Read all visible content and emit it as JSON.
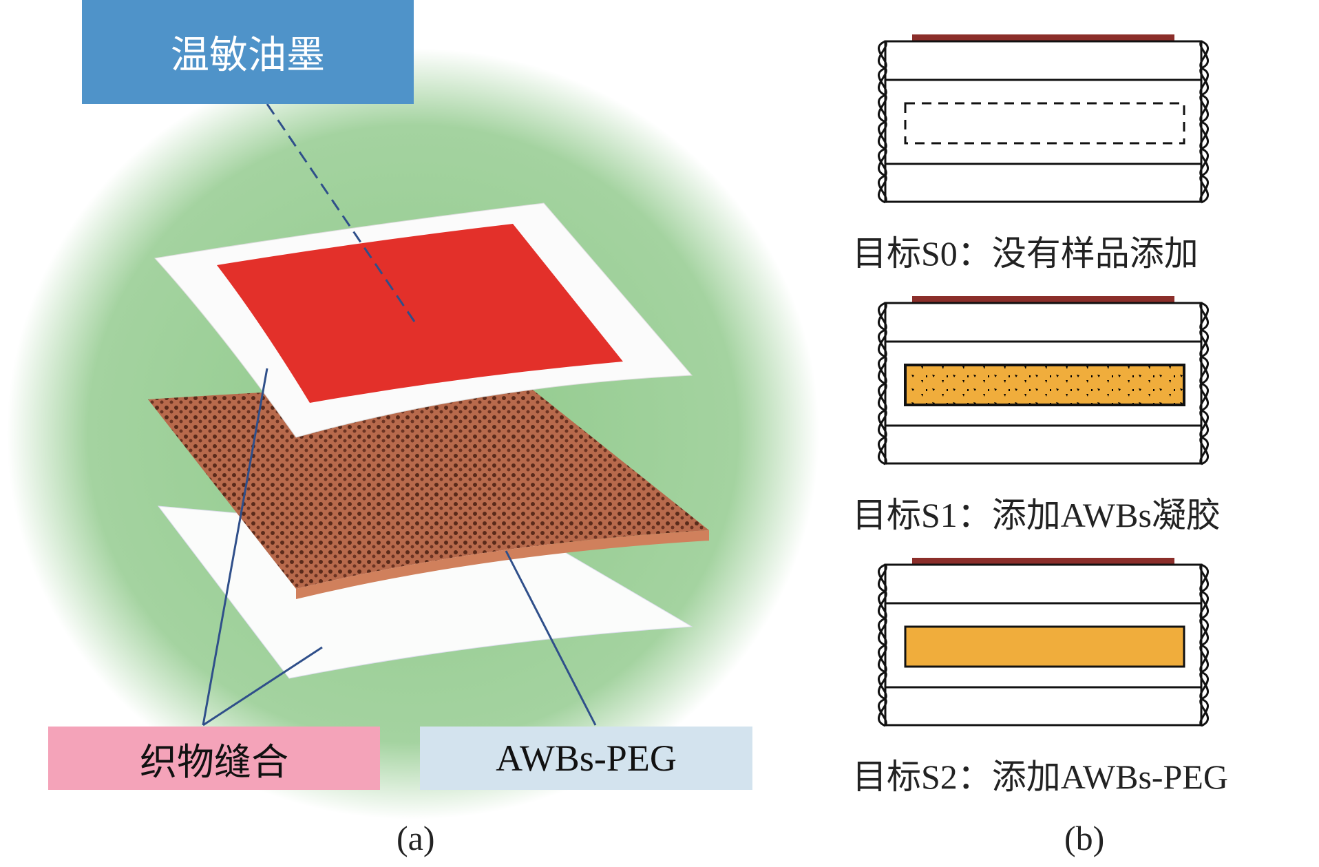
{
  "panel_a": {
    "caption": "(a)",
    "labels": {
      "ink": "温敏油墨",
      "fabric": "织物缝合",
      "awbs_peg": "AWBs-PEG"
    },
    "colors": {
      "ink_box": "#4f93c9",
      "fabric_box": "#f4a3b9",
      "awbs_box": "#d3e3ee",
      "ink_layer": "#e3302a",
      "foam": "#a0553b"
    }
  },
  "panel_b": {
    "caption": "(b)",
    "samples": [
      {
        "label": "目标S0：没有样品添加",
        "fill": "none"
      },
      {
        "label": "目标S1：添加AWBs凝胶",
        "fill": "speckled"
      },
      {
        "label": "目标S2：添加AWBs-PEG",
        "fill": "solid"
      }
    ],
    "colors": {
      "top_bar": "#8b2e2a",
      "sample": "#f0ad3c"
    }
  }
}
